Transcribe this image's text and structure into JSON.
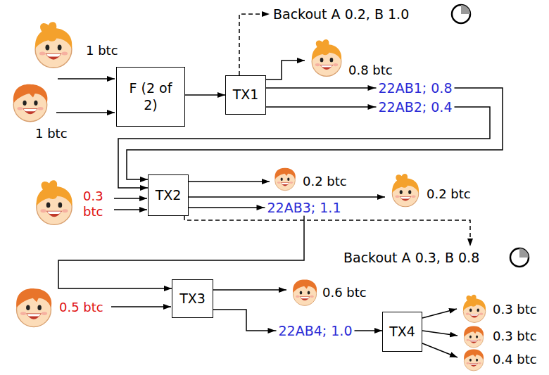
{
  "diagram": {
    "nodes": [
      {
        "text": [
          "F (2 of 2)"
        ]
      },
      {
        "text": [
          "TX1"
        ]
      },
      {
        "text": [
          "TX2"
        ]
      },
      {
        "text": [
          "TX3"
        ]
      },
      {
        "text": [
          "TX4"
        ]
      }
    ],
    "edges": [
      {
        "from": 0,
        "to": 1,
        "arrow": "to"
      },
      {
        "from": 1,
        "to": 2,
        "label": "22AB1; 0.8",
        "arrow": "to"
      },
      {
        "from": 1,
        "to": 2,
        "label": "22AB2; 0.4",
        "arrow": "to"
      },
      {
        "from": 2,
        "to": 3,
        "label": "22AB3; 1.1",
        "arrow": "to"
      },
      {
        "from": 3,
        "to": 4,
        "label": "22AB4; 1.0",
        "arrow": "to"
      }
    ],
    "labels": [
      "1 btc",
      "1 btc",
      "Backout A 0.2, B 1.0",
      "0.8 btc",
      "0.3 btc",
      "0.2 btc",
      "0.2 btc",
      "Backout A 0.3, B 0.8",
      "0.5 btc",
      "0.6 btc",
      "0.3 btc",
      "0.3 btc",
      "0.4 btc"
    ]
  }
}
